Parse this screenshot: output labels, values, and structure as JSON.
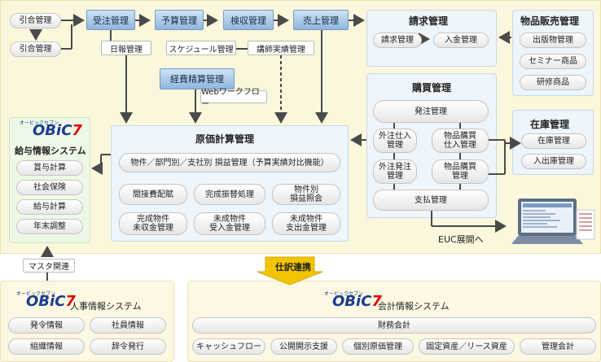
{
  "colors": {
    "arrow": "#4a4a4a",
    "accent_blue": "#8fb6dd",
    "panel_yellow": "#fbf7dc",
    "logo_blue": "#1a3d8f",
    "logo_red": "#e10000"
  },
  "top": {
    "inquiry1": "引合管理",
    "inquiry2": "引合管理",
    "order": "受注管理",
    "budget": "予算管理",
    "inspection": "検収管理",
    "sales": "売上管理",
    "daily_report": "日報管理",
    "schedule": "スケジュール管理",
    "instructor": "講師実績管理",
    "expense": "経費精算管理",
    "web_workflow": "Webワークフロー"
  },
  "billing": {
    "title": "請求管理",
    "items": [
      "請求管理",
      "入金管理"
    ]
  },
  "product_sales": {
    "title": "物品販売管理",
    "items": [
      "出版物管理",
      "セミナー商品",
      "研修商品"
    ]
  },
  "purchase": {
    "title": "購買管理",
    "order_mgmt": "発注管理",
    "outsource_in": "外注仕入\n管理",
    "goods_in": "物品購買\n仕入管理",
    "outsource_order": "外注発注\n管理",
    "goods_purchase": "物品購買\n管理",
    "payment": "支払管理"
  },
  "inventory": {
    "title": "在庫管理",
    "items": [
      "在庫管理",
      "入出庫管理"
    ]
  },
  "cost": {
    "title": "原価計算管理",
    "main_item": "物件／部門別／支社別 損益管理（予算実績対比機能）",
    "items": [
      "間接費配賦",
      "完成振替処理",
      "物件別\n損益照会",
      "完成物件\n未収金管理",
      "未成物件\n受入金管理",
      "未成物件\n支出金管理"
    ]
  },
  "payroll": {
    "logo_small": "オービックセブン",
    "logo": "OBiC7",
    "title": "給与情報システム",
    "items": [
      "賞与計算",
      "社会保険",
      "給与計算",
      "年末調整"
    ]
  },
  "master_link": "マスタ関連",
  "journal_link": "仕訳連携",
  "euc": "EUC展開へ",
  "hr": {
    "logo_small": "オービックセブン",
    "logo": "OBiC7",
    "title": "人事情報システム",
    "items": [
      "発令情報",
      "社員情報",
      "組織情報",
      "辞令発行"
    ]
  },
  "accounting": {
    "logo_small": "オービックセブン",
    "logo": "OBiC7",
    "title": "会計情報システム",
    "main_item": "財務会計",
    "items": [
      "キャッシュフロー",
      "公開開示支援",
      "個別原価管理",
      "固定資産／リース資産",
      "管理会計"
    ]
  }
}
